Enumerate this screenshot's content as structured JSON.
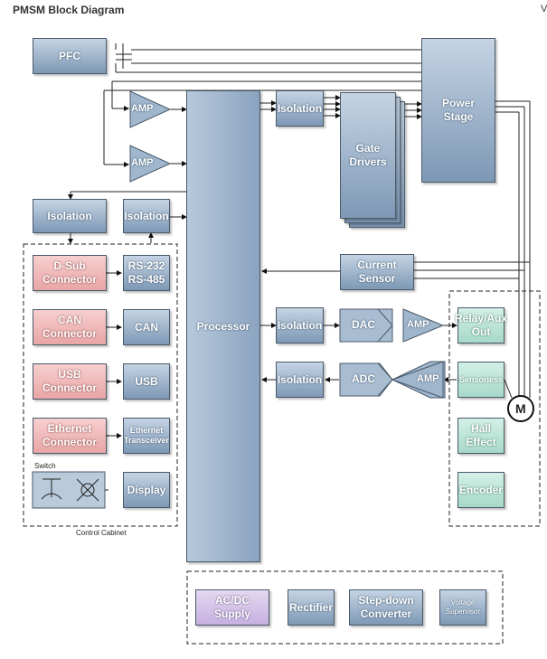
{
  "title": "PMSM Block Diagram",
  "corner_mark": "V",
  "blocks": {
    "pfc": "PFC",
    "isolation_top": "Isolation",
    "power_stage": "Power\nStage",
    "gate_drivers": "Gate\nDrivers",
    "amp1": "AMP",
    "amp2": "AMP",
    "isolation_left": "Isolation",
    "isolation_right": "Isolation",
    "processor": "Processor",
    "current_sensor": "Current\nSensor",
    "dsub": "D-Sub\nConnector",
    "rs232": "RS-232\nRS-485",
    "can_conn": "CAN\nConnector",
    "can": "CAN",
    "usb_conn": "USB\nConnector",
    "usb": "USB",
    "eth_conn": "Ethernet\nConnector",
    "eth_tx": "Ethernet\nTransceiver",
    "switch_label": "Switch",
    "display": "Display",
    "cabinet_label": "Control Cabinet",
    "iso_dac": "Isolation",
    "dac": "DAC",
    "amp_out": "AMP",
    "relay": "Relay/Aux\nOut",
    "iso_adc": "Isolation",
    "adc": "ADC",
    "amp_in": "AMP",
    "sensorless": "Sensorless",
    "hall": "Hall\nEffect",
    "encoder": "Encoder",
    "motor": "M",
    "acdc": "AC/DC\nSupply",
    "rectifier": "Rectifier",
    "stepdown": "Step-down\nConverter",
    "voltage_sup": "Voltage\nSupervisor"
  }
}
